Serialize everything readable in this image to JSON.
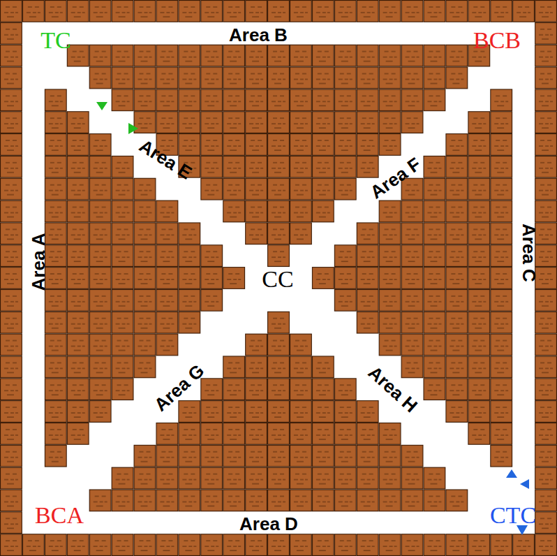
{
  "diagram": {
    "labels": [
      "TC",
      "Area B",
      "BCB",
      "Area E",
      "Area F",
      "Area A",
      "CC",
      "Area C",
      "Area G",
      "Area H",
      "BCA",
      "Area D",
      "CTC"
    ]
  }
}
